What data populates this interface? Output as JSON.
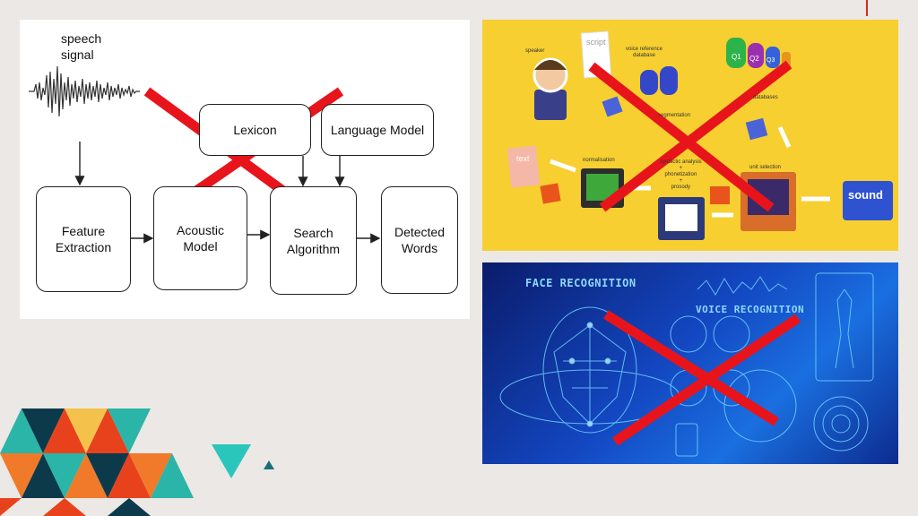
{
  "diagram": {
    "signal_label": "speech\nsignal",
    "boxes": {
      "lexicon": "Lexicon",
      "language_model": "Language Model",
      "feature_extraction": "Feature\nExtraction",
      "acoustic_model": "Acoustic\nModel",
      "search_algorithm": "Search\nAlgorithm",
      "detected_words": "Detected\nWords"
    }
  },
  "tts_panel": {
    "speaker": "speaker",
    "script": "script",
    "voice_db": "voice reference\ndatabase",
    "q1": "Q1",
    "q2": "Q2",
    "q3": "Q3",
    "segmentation": "segmentation",
    "databases": "databases",
    "text": "text",
    "normalisation": "normalisation",
    "syntactic": "syntactic analysis\n+\nphonetization\n+\nprosody",
    "unit_selection": "unit selection",
    "sound": "sound"
  },
  "face_panel": {
    "face_title": "FACE RECOGNITION",
    "voice_title": "VOICE RECOGNITION"
  },
  "colors": {
    "cross": "#e8141b",
    "accent": "#e0251c"
  }
}
